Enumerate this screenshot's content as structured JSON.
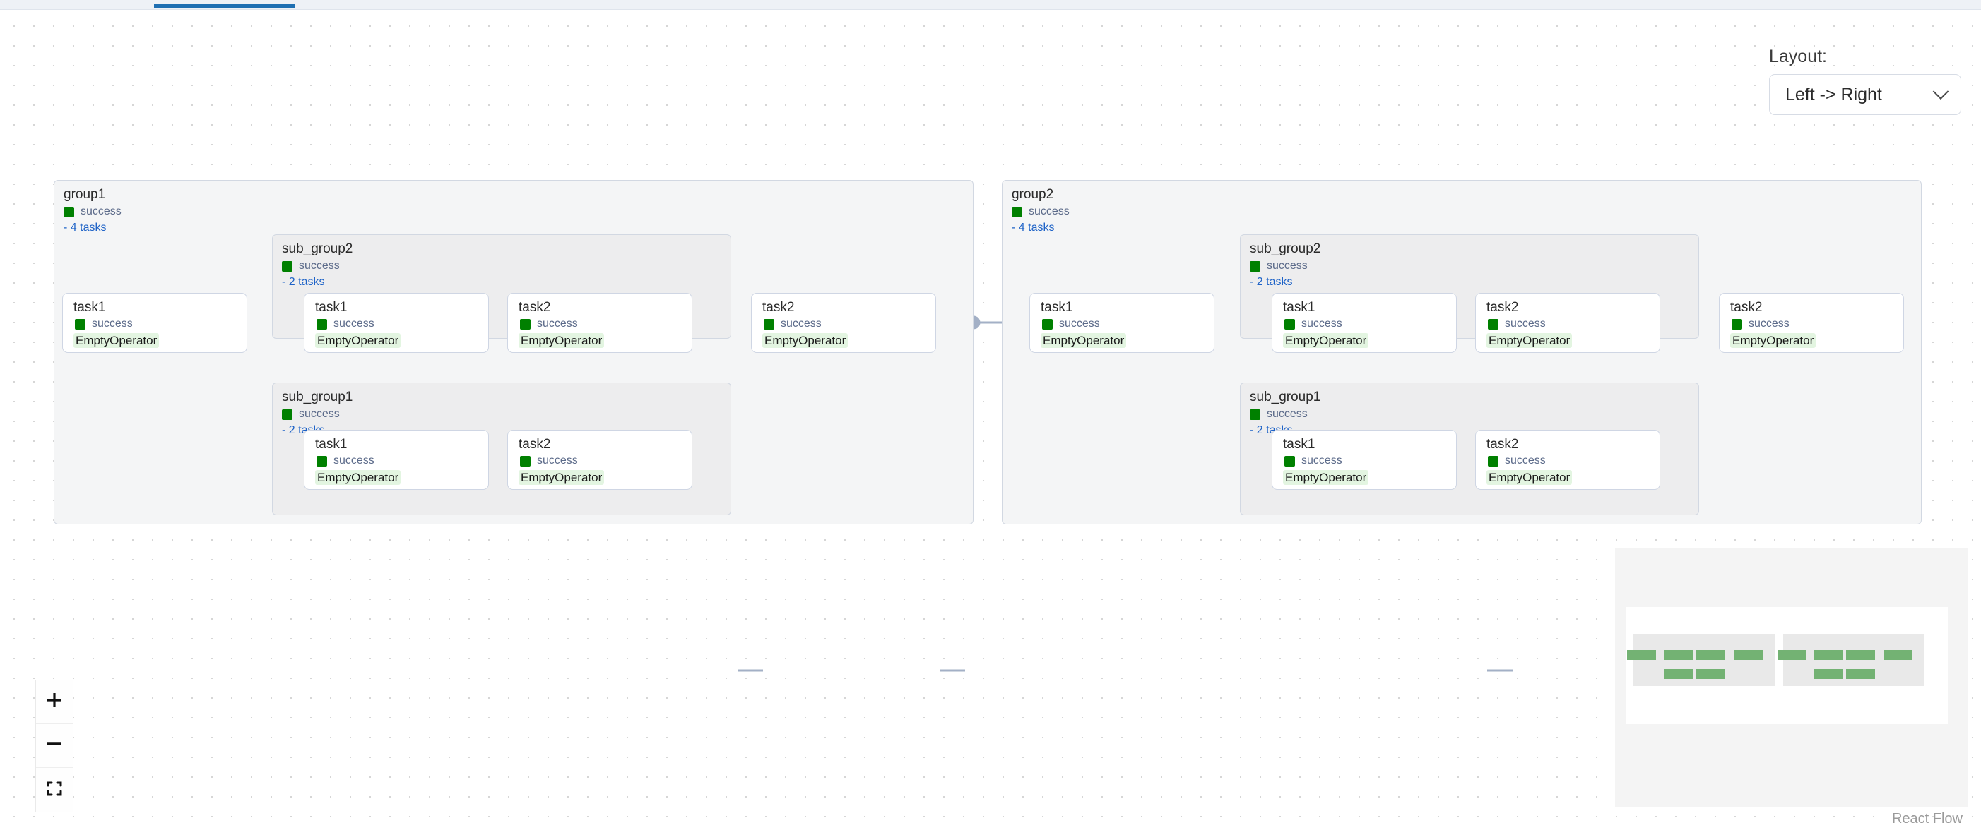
{
  "topbar": {
    "tab_indicator_color": "#1f6fb2"
  },
  "layout_panel": {
    "label": "Layout:",
    "selected": "Left -> Right",
    "chevron_icon": "chevron-down-icon"
  },
  "controls": {
    "zoom_in_icon": "plus-icon",
    "zoom_out_icon": "minus-icon",
    "fit_view_icon": "fit-view-icon"
  },
  "minimap": {
    "attribution": "React Flow"
  },
  "colors": {
    "success": "#008000",
    "link": "#1d62c7",
    "operator_chip_bg": "#e3f5e1",
    "edge": "#a3b0c6",
    "group_bg": "#f4f5f6",
    "subgroup_bg": "#ededee",
    "node_bg": "#ffffff",
    "minimap_node": "#73b273"
  },
  "graph": {
    "groups": [
      {
        "id": "group1",
        "title": "group1",
        "state": "success",
        "tasks_label": "- 4 tasks",
        "subgroups": [
          {
            "id": "group1.sub_group2",
            "title": "sub_group2",
            "state": "success",
            "tasks_label": "- 2 tasks",
            "tasks": [
              {
                "title": "task1",
                "state": "success",
                "operator": "EmptyOperator"
              },
              {
                "title": "task2",
                "state": "success",
                "operator": "EmptyOperator"
              }
            ]
          },
          {
            "id": "group1.sub_group1",
            "title": "sub_group1",
            "state": "success",
            "tasks_label": "- 2 tasks",
            "tasks": [
              {
                "title": "task1",
                "state": "success",
                "operator": "EmptyOperator"
              },
              {
                "title": "task2",
                "state": "success",
                "operator": "EmptyOperator"
              }
            ]
          }
        ],
        "tasks": [
          {
            "title": "task1",
            "state": "success",
            "operator": "EmptyOperator"
          },
          {
            "title": "task2",
            "state": "success",
            "operator": "EmptyOperator"
          }
        ]
      },
      {
        "id": "group2",
        "title": "group2",
        "state": "success",
        "tasks_label": "- 4 tasks",
        "subgroups": [
          {
            "id": "group2.sub_group2",
            "title": "sub_group2",
            "state": "success",
            "tasks_label": "- 2 tasks",
            "tasks": [
              {
                "title": "task1",
                "state": "success",
                "operator": "EmptyOperator"
              },
              {
                "title": "task2",
                "state": "success",
                "operator": "EmptyOperator"
              }
            ]
          },
          {
            "id": "group2.sub_group1",
            "title": "sub_group1",
            "state": "success",
            "tasks_label": "- 2 tasks",
            "tasks": [
              {
                "title": "task1",
                "state": "success",
                "operator": "EmptyOperator"
              },
              {
                "title": "task2",
                "state": "success",
                "operator": "EmptyOperator"
              }
            ]
          }
        ],
        "tasks": [
          {
            "title": "task1",
            "state": "success",
            "operator": "EmptyOperator"
          },
          {
            "title": "task2",
            "state": "success",
            "operator": "EmptyOperator"
          }
        ]
      }
    ]
  }
}
